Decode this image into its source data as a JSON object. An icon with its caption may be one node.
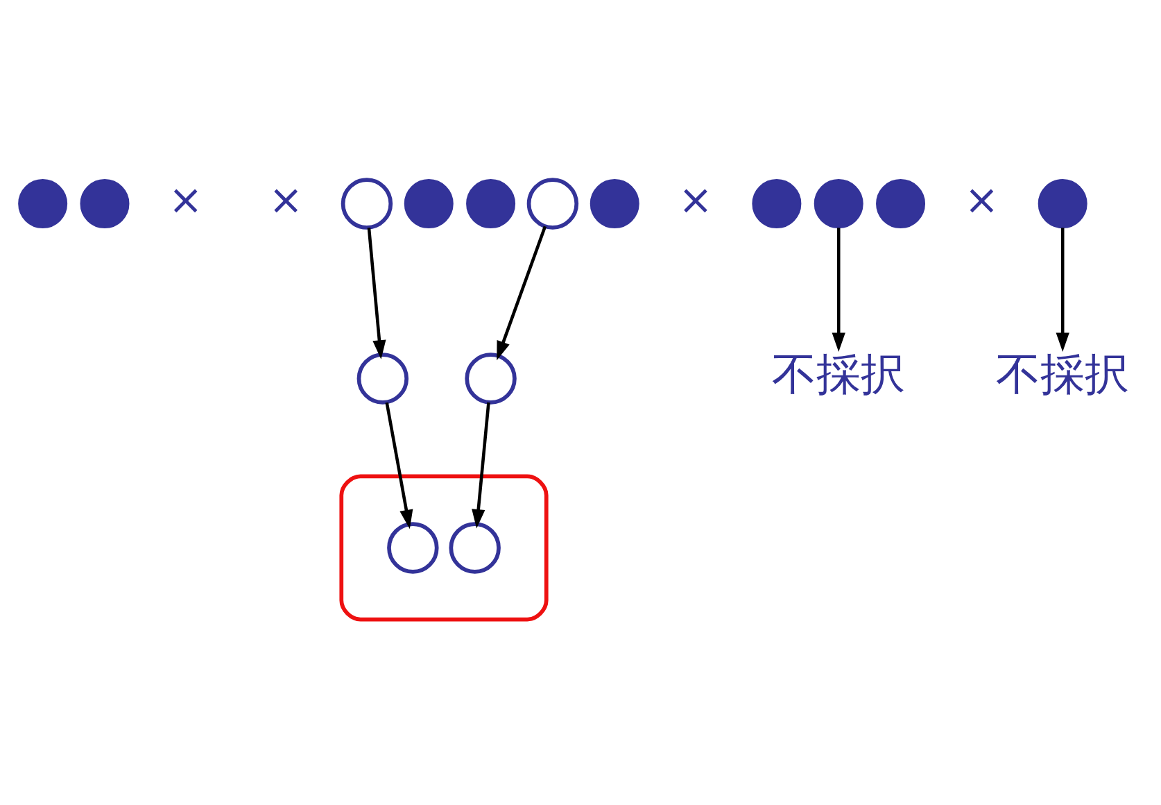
{
  "diagram": {
    "nodes": [
      {
        "text": [],
        "shape": "circle"
      },
      {
        "text": [],
        "shape": "circle"
      },
      {
        "text": [],
        "shape": "circle"
      },
      {
        "text": [],
        "shape": "circle"
      },
      {
        "text": [],
        "shape": "circle"
      },
      {
        "text": [],
        "shape": "circle"
      },
      {
        "text": [],
        "shape": "circle"
      },
      {
        "text": [],
        "shape": "circle"
      },
      {
        "text": [],
        "shape": "circle"
      },
      {
        "text": [],
        "shape": "circle"
      },
      {
        "text": [],
        "shape": "circle"
      },
      {
        "text": [],
        "shape": "circle"
      },
      {
        "text": [],
        "shape": "circle"
      },
      {
        "text": [
          "不採択"
        ]
      },
      {
        "text": [
          "不採択"
        ]
      },
      {
        "text": [],
        "shape": "ellipse"
      },
      {
        "text": [],
        "shape": "circle",
        "in": 15
      },
      {
        "text": [],
        "shape": "circle",
        "in": 15
      }
    ],
    "edges": [
      {
        "from": 2,
        "to": 11,
        "arrow": "to"
      },
      {
        "from": 5,
        "to": 12,
        "arrow": "to"
      },
      {
        "from": 8,
        "to": 13,
        "arrow": "to"
      },
      {
        "from": 10,
        "to": 14,
        "arrow": "to"
      },
      {
        "from": 11,
        "to": 16,
        "arrow": "to"
      },
      {
        "from": 12,
        "to": 17,
        "arrow": "to"
      }
    ],
    "labels": [
      "×",
      "×",
      "×",
      "×"
    ]
  }
}
